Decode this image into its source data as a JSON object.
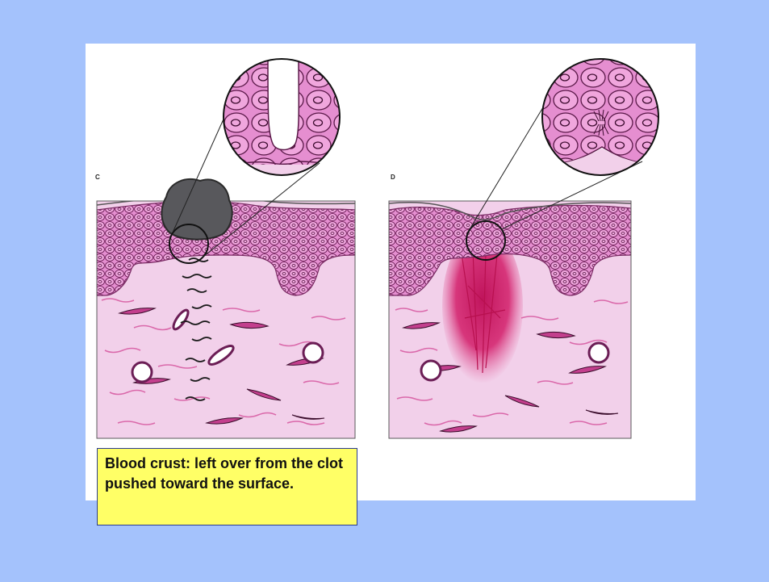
{
  "panels": [
    {
      "letter": "C"
    },
    {
      "letter": "D"
    }
  ],
  "caption": {
    "text": "Blood crust: left over from the clot pushed toward the surface."
  },
  "colors": {
    "background": "#a4c2fc",
    "panel": "#ffffff",
    "dermis": "#f2d0ea",
    "epidermis": "#e58ed0",
    "cell_outline": "#6b1d55",
    "crust": "#58585c",
    "hemorrhage": "#c81e64",
    "caption_fill": "#ffff66",
    "caption_border": "#2b3c8f"
  }
}
